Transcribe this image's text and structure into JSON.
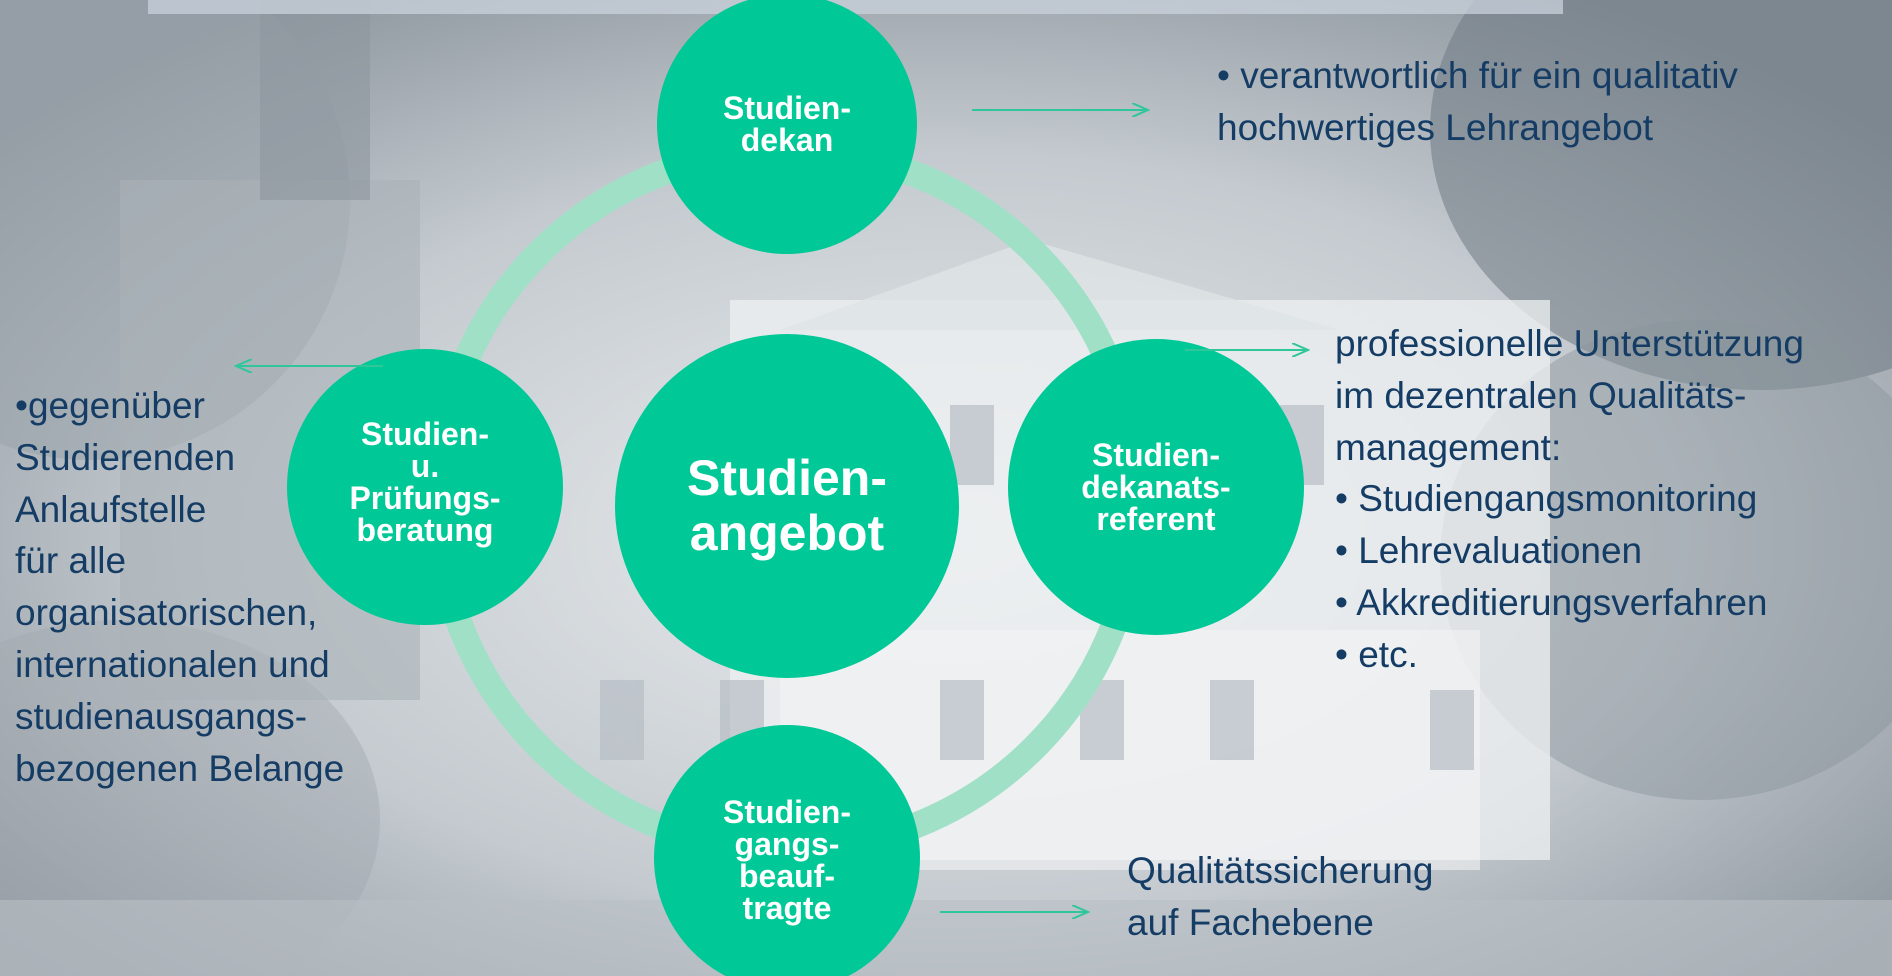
{
  "colors": {
    "node_fill": "#00c896",
    "ring": "#9fe0c6",
    "text": "#143c64",
    "arrow": "#2fc79a",
    "background": "#9aa3ab"
  },
  "diagram": {
    "center": {
      "label": "Studien-\nangebot"
    },
    "nodes": {
      "top": {
        "label": "Studien-\ndekan"
      },
      "left": {
        "label": "Studien-\nu.\nPrüfungs-\nberatung"
      },
      "right": {
        "label": "Studien-\ndekanats-\nreferent"
      },
      "bottom": {
        "label": "Studien-\ngangs-\nbeauf-\ntragte"
      }
    }
  },
  "descriptions": {
    "top": [
      "• verantwortlich für ein qualitativ",
      "hochwertiges Lehrangebot"
    ],
    "left": [
      "•gegenüber",
      "Studierenden",
      "Anlaufstelle",
      "für alle",
      "organisatorischen,",
      "internationalen und",
      "studienausgangs-",
      "bezogenen Belange"
    ],
    "right": [
      "professionelle Unterstützung",
      "im dezentralen Qualitäts-",
      "management:",
      "• Studiengangsmonitoring",
      "• Lehrevaluationen",
      "• Akkreditierungsverfahren",
      "• etc."
    ],
    "bottom": [
      "Qualitätssicherung",
      "auf Fachebene"
    ]
  }
}
